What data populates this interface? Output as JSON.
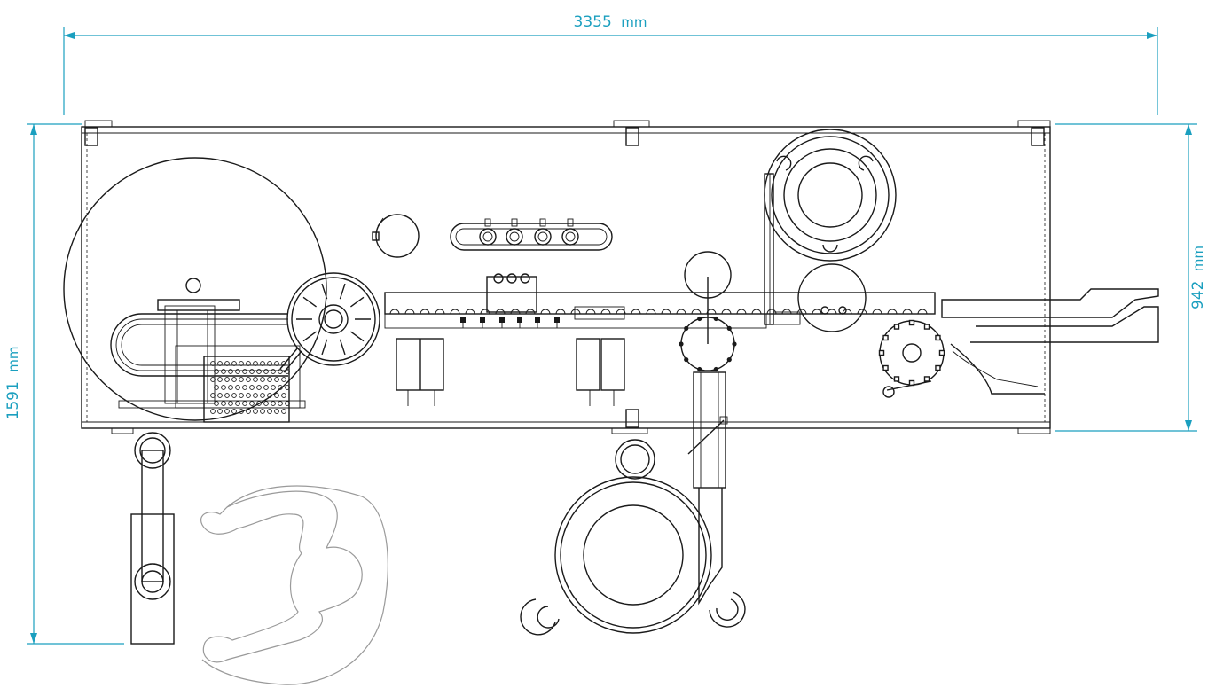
{
  "dimensions": {
    "width": {
      "value": "3355",
      "unit": "mm"
    },
    "depth": {
      "value": "1591",
      "unit": "mm"
    },
    "frame_depth": {
      "value": "942",
      "unit": "mm"
    }
  },
  "colors": {
    "dimension_line": "#1a9fbf",
    "machine_line": "#1a1a1a",
    "operator_outline": "#9a9a9a"
  }
}
